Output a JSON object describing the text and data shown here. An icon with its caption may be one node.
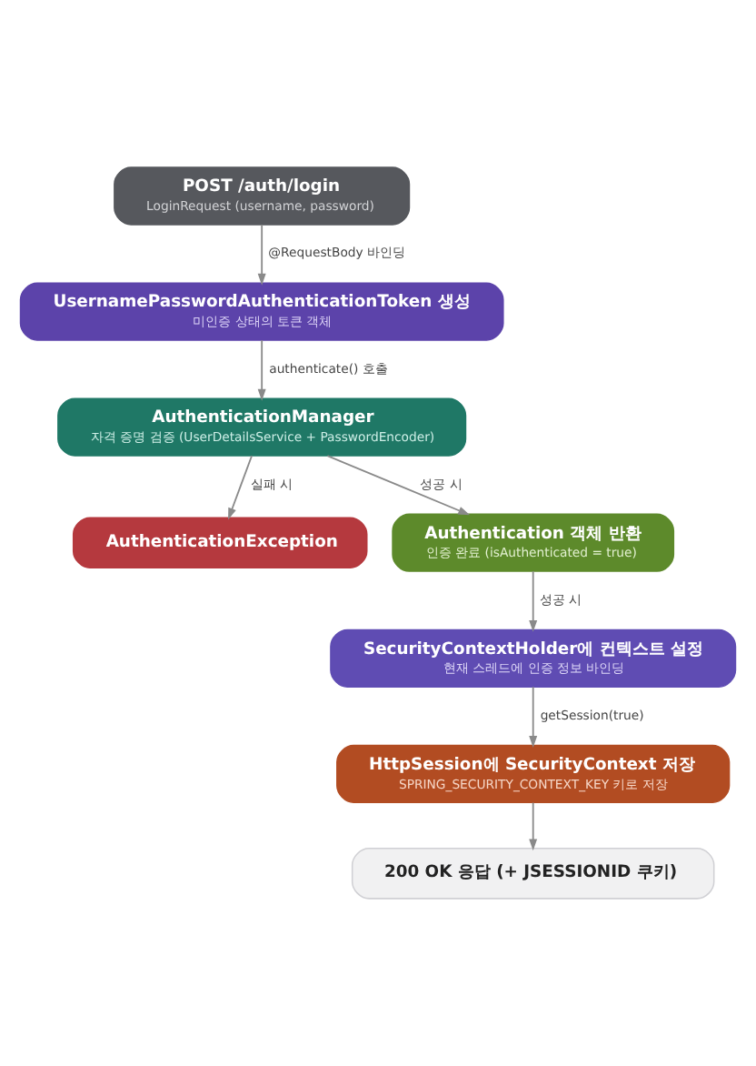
{
  "diagram": {
    "nodes": [
      {
        "text": [
          "POST /auth/login",
          "LoginRequest (username, password)"
        ]
      },
      {
        "text": [
          "UsernamePasswordAuthenticationToken 생성",
          "미인증 상태의 토큰 객체"
        ]
      },
      {
        "text": [
          "AuthenticationManager",
          "자격 증명 검증 (UserDetailsService + PasswordEncoder)"
        ]
      },
      {
        "text": [
          "AuthenticationException"
        ]
      },
      {
        "text": [
          "Authentication 객체 반환",
          "인증 완료 (isAuthenticated = true)"
        ]
      },
      {
        "text": [
          "SecurityContextHolder에 컨텍스트 설정",
          "현재 스레드에 인증 정보 바인딩"
        ]
      },
      {
        "text": [
          "HttpSession에 SecurityContext 저장",
          "SPRING_SECURITY_CONTEXT_KEY 키로 저장"
        ]
      },
      {
        "text": [
          "200 OK 응답 (+ JSESSIONID 쿠키)"
        ]
      }
    ],
    "edges": [
      {
        "from": 0,
        "to": 1,
        "arrow": "to",
        "label": "@RequestBody 바인딩"
      },
      {
        "from": 1,
        "to": 2,
        "arrow": "to",
        "label": "authenticate() 호출"
      },
      {
        "from": 2,
        "to": 3,
        "arrow": "to",
        "label": "실패 시"
      },
      {
        "from": 2,
        "to": 4,
        "arrow": "to",
        "label": "성공 시"
      },
      {
        "from": 4,
        "to": 5,
        "arrow": "to",
        "label": "성공 시"
      },
      {
        "from": 5,
        "to": 6,
        "arrow": "to",
        "label": "getSession(true)"
      },
      {
        "from": 6,
        "to": 7,
        "arrow": "to"
      }
    ]
  }
}
